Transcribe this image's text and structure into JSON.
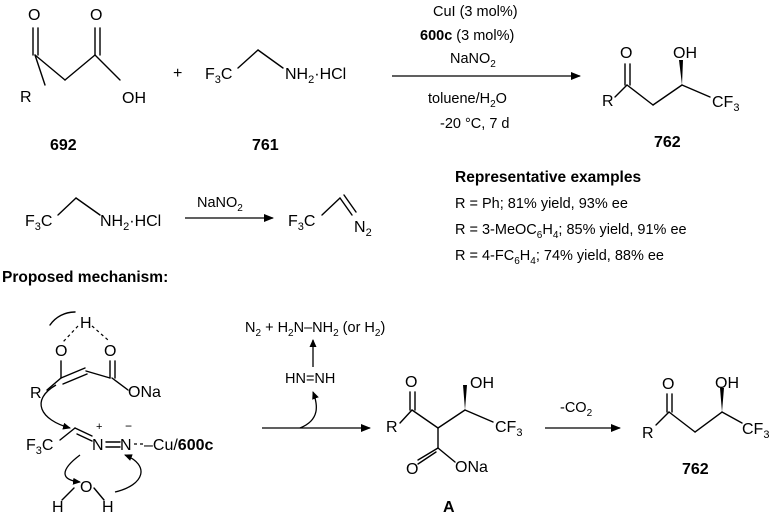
{
  "reaction": {
    "reagent1_label": "692",
    "plus": "+",
    "reagent2_label": "761",
    "product_label": "762",
    "conditions": {
      "catalyst_line": "CuI (3 mol%)",
      "ligand_line": {
        "bold": "600c",
        "rest": " (3 mol%)"
      },
      "reagent_line": "NaNO",
      "reagent_sub": "2",
      "solvent_line": "toluene/H",
      "solvent_sub": "2",
      "solvent_end": "O",
      "temp_line": "-20 °C, 7 d"
    }
  },
  "diazo": {
    "reagent": "NaNO",
    "reagent_sub": "2"
  },
  "examples": {
    "heading": "Representative examples",
    "items": [
      {
        "r_pre": "R = Ph; 81% yield, 93% ee",
        "sub": "",
        "r_post": ""
      },
      {
        "r_pre": "R = 3-MeOC",
        "sub": "6",
        "mid": "H",
        "sub2": "4",
        "r_post": "; 85% yield, 91% ee"
      },
      {
        "r_pre": "R = 4-FC",
        "sub": "6",
        "mid": "H",
        "sub2": "4",
        "r_post": "; 74% yield, 88% ee"
      }
    ]
  },
  "mechanism": {
    "heading": "Proposed mechanism:",
    "byproducts": {
      "n2": "N",
      "n2_sub": "2",
      "plus": " + H",
      "h2_sub": "2",
      "hydrazine": "N–NH",
      "h2b_sub": "2",
      "alt": " (or H",
      "alt_sub": "2",
      "alt_end": ")"
    },
    "diazene": "HN=NH",
    "decarb": "-CO",
    "decarb_sub": "2",
    "intermediate_label": "A",
    "final_label": "762",
    "cu_complex": {
      "cu": "–Cu/",
      "ligand": "600c"
    },
    "ona": "ONa",
    "water_o": "O",
    "water_h1": "H",
    "water_h2": "H",
    "h_bridge": "H"
  },
  "atoms": {
    "R": "R",
    "O": "O",
    "OH": "OH",
    "F3C": "F",
    "F3C_sub": "3",
    "C": "C",
    "CF3": "CF",
    "CF3_sub": "3",
    "NH2HCl": "NH",
    "NH2HCl_sub": "2",
    "NH2HCl_end": "·HCl",
    "N2": "N",
    "N2_sub": "2",
    "N": "N",
    "plus_charge": "+",
    "minus_charge": "−"
  }
}
